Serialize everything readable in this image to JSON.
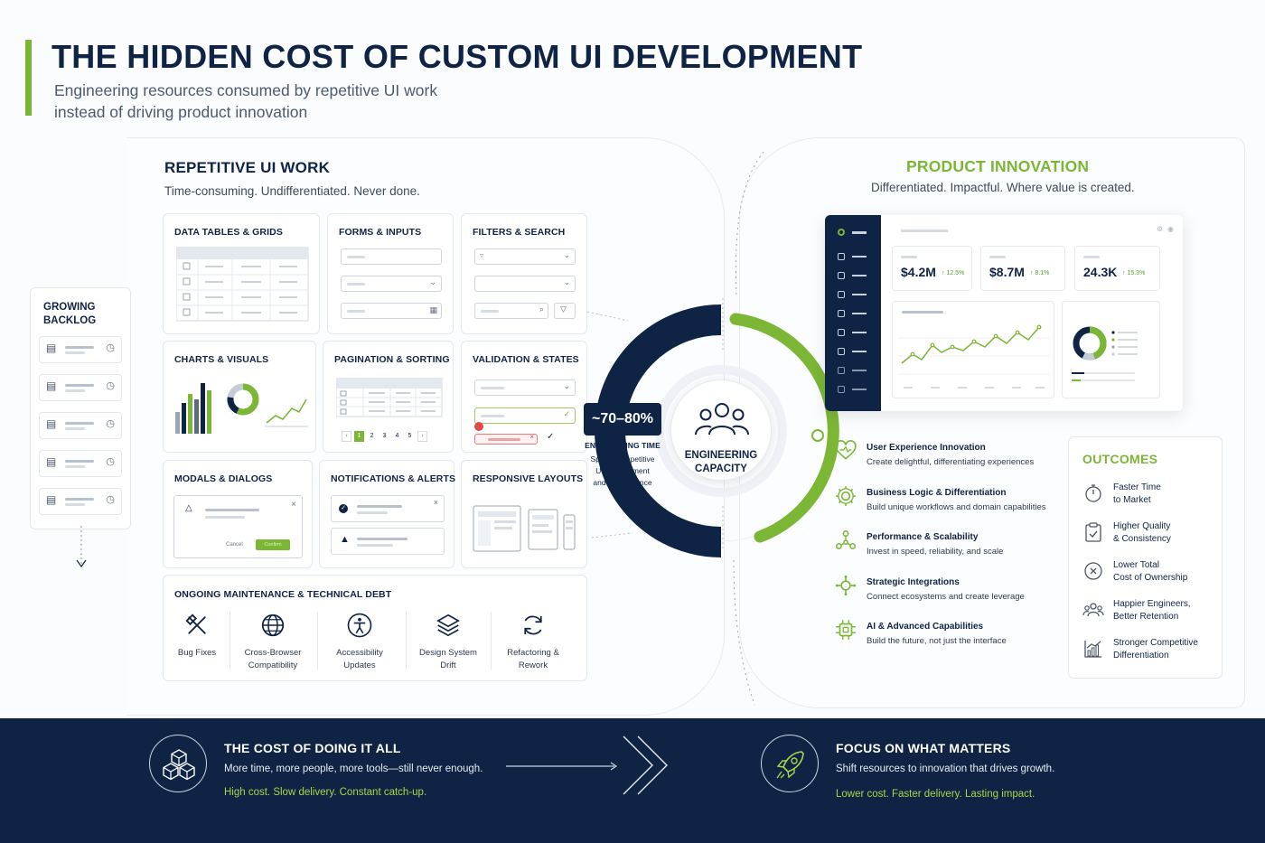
{
  "header": {
    "title": "THE HIDDEN COST OF CUSTOM UI DEVELOPMENT",
    "subtitle_line1": "Engineering resources consumed by repetitive UI work",
    "subtitle_line2": "instead of driving product innovation"
  },
  "left": {
    "title": "REPETITIVE UI WORK",
    "subtitle": "Time-consuming. Undifferentiated. Never done.",
    "cards": {
      "tables": "DATA TABLES & GRIDS",
      "forms": "FORMS & INPUTS",
      "filters": "FILTERS & SEARCH",
      "charts": "CHARTS & VISUALS",
      "pagination": "PAGINATION & SORTING",
      "validation": "VALIDATION & STATES",
      "modals": "MODALS & DIALOGS",
      "notifications": "NOTIFICATIONS & ALERTS",
      "responsive": "RESPONSIVE LAYOUTS"
    },
    "pagination_pages": [
      "1",
      "2",
      "3",
      "4",
      "5"
    ],
    "modal_buttons": {
      "cancel": "Cancel",
      "confirm": "Confirm"
    },
    "maintenance": {
      "title": "ONGOING MAINTENANCE & TECHNICAL DEBT",
      "items": [
        {
          "line1": "Bug Fixes",
          "line2": "",
          "icon": "tools-icon"
        },
        {
          "line1": "Cross-Browser",
          "line2": "Compatibility",
          "icon": "globe-icon"
        },
        {
          "line1": "Accessibility",
          "line2": "Updates",
          "icon": "accessibility-icon"
        },
        {
          "line1": "Design System",
          "line2": "Drift",
          "icon": "layers-icon"
        },
        {
          "line1": "Refactoring &",
          "line2": "Rework",
          "icon": "refresh-icon"
        }
      ]
    }
  },
  "backlog": {
    "title_line1": "GROWING",
    "title_line2": "BACKLOG"
  },
  "center": {
    "percent": "~70–80%",
    "eng_time_title": "ENGINEERING TIME",
    "eng_time_line1": "Spent on repetitive",
    "eng_time_line2": "UI development",
    "eng_time_line3": "and maintenance",
    "core_line1": "ENGINEERING",
    "core_line2": "CAPACITY",
    "colors": {
      "navy": "#0f2444",
      "green": "#7bb735"
    }
  },
  "right": {
    "title": "PRODUCT INNOVATION",
    "subtitle": "Differentiated. Impactful. Where value is created.",
    "kpis": [
      {
        "value": "$4.2M",
        "delta": "↑ 12.5%"
      },
      {
        "value": "$8.7M",
        "delta": "↑ 8.1%"
      },
      {
        "value": "24.3K",
        "delta": "↑ 15.3%"
      }
    ],
    "innovation": [
      {
        "title": "User Experience Innovation",
        "desc": "Create delightful, differentiating experiences",
        "icon": "heart-icon"
      },
      {
        "title": "Business Logic & Differentiation",
        "desc": "Build unique workflows and domain capabilities",
        "icon": "gear-icon"
      },
      {
        "title": "Performance & Scalability",
        "desc": "Invest in speed, reliability, and scale",
        "icon": "network-icon"
      },
      {
        "title": "Strategic Integrations",
        "desc": "Connect ecosystems and create leverage",
        "icon": "integration-icon"
      },
      {
        "title": "AI & Advanced Capabilities",
        "desc": "Build the future, not just the interface",
        "icon": "chip-icon"
      }
    ],
    "outcomes": {
      "title": "OUTCOMES",
      "items": [
        {
          "line1": "Faster Time",
          "line2": "to Market",
          "icon": "stopwatch-icon"
        },
        {
          "line1": "Higher Quality",
          "line2": "& Consistency",
          "icon": "clipboard-check-icon"
        },
        {
          "line1": "Lower Total",
          "line2": "Cost of Ownership",
          "icon": "coin-icon"
        },
        {
          "line1": "Happier Engineers,",
          "line2": "Better Retention",
          "icon": "team-icon"
        },
        {
          "line1": "Stronger Competitive",
          "line2": "Differentiation",
          "icon": "growth-chart-icon"
        }
      ]
    }
  },
  "footer": {
    "left": {
      "title": "THE COST OF DOING IT ALL",
      "text": "More time, more people, more tools—still never enough.",
      "green": "High cost. Slow delivery. Constant catch-up."
    },
    "right": {
      "title": "FOCUS ON WHAT MATTERS",
      "text": "Shift resources to innovation that drives growth.",
      "green": "Lower cost. Faster delivery. Lasting impact."
    }
  }
}
